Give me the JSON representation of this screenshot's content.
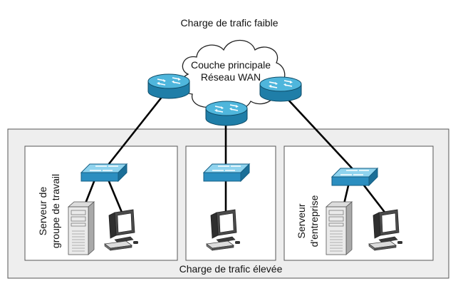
{
  "labels": {
    "top_load": "Charge de trafic faible",
    "core_line1": "Couche principale",
    "core_line2": "Réseau WAN",
    "bottom_load": "Charge de trafic élevée",
    "workgroup_line1": "Serveur de",
    "workgroup_line2": "groupe de travail",
    "enterprise_line1": "Serveur",
    "enterprise_line2": "d'entreprise"
  },
  "icons": {
    "router": "router-icon",
    "switch": "switch-icon",
    "server": "server-tower-icon",
    "workstation": "workstation-icon",
    "cloud": "cloud-icon"
  },
  "colors": {
    "router_top": "#4fb6dc",
    "router_side": "#1f7ea8",
    "switch_top": "#8fd3ee",
    "switch_side": "#2b8ec0",
    "panel_bg": "#eeeeee",
    "panel_border": "#555555",
    "link": "#000000"
  }
}
